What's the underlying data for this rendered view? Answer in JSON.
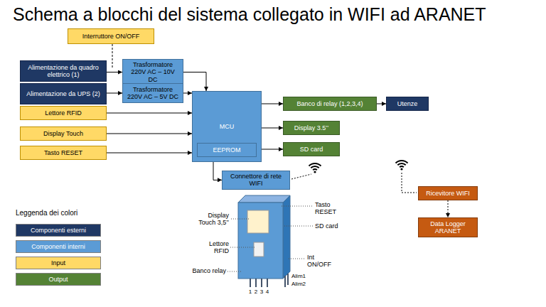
{
  "diagram": {
    "title": "Schema a blocchi del sistema collegato in WIFI ad ARANET",
    "nodes": [
      {
        "text": [
          "Interruttore ON/OFF"
        ]
      },
      {
        "text": [
          "Alimentazione da quadro elettrico (1)"
        ]
      },
      {
        "text": [
          "Trasformatore 220V AC – 10V DC"
        ]
      },
      {
        "text": [
          "Alimentazione da UPS (2)"
        ]
      },
      {
        "text": [
          "Trasformatore 220V AC – 5V DC"
        ]
      },
      {
        "text": [
          "Lettore RFID"
        ]
      },
      {
        "text": [
          "MCU"
        ]
      },
      {
        "text": [
          "EEPROM"
        ],
        "in": 6
      },
      {
        "text": [
          "Display Touch"
        ]
      },
      {
        "text": [
          "Tasto RESET"
        ]
      },
      {
        "text": [
          "Banco di relay (1,2,3,4)"
        ]
      },
      {
        "text": [
          "Utenze"
        ]
      },
      {
        "text": [
          "Display 3.5’’"
        ]
      },
      {
        "text": [
          "SD card"
        ]
      },
      {
        "text": [
          "Connettore di rete WIFI"
        ]
      },
      {
        "text": [
          "Ricevitore WIFI"
        ]
      },
      {
        "text": [
          "Data Logger ARANET"
        ]
      }
    ],
    "edges": [
      {
        "from": 1,
        "to": 2,
        "arrow": "to"
      },
      {
        "from": 3,
        "to": 4,
        "arrow": "to"
      },
      {
        "from": 2,
        "to": 6,
        "arrow": "to"
      },
      {
        "from": 4,
        "to": 6,
        "arrow": "to"
      },
      {
        "from": 5,
        "to": 6,
        "arrow": "to"
      },
      {
        "from": 8,
        "to": 6,
        "arrow": "to"
      },
      {
        "from": 9,
        "to": 6,
        "arrow": "to"
      },
      {
        "from": 6,
        "to": 10,
        "arrow": "to"
      },
      {
        "from": 10,
        "to": 11,
        "arrow": "to"
      },
      {
        "from": 6,
        "to": 12,
        "arrow": "to"
      },
      {
        "from": 6,
        "to": 13,
        "arrow": "to"
      },
      {
        "from": 6,
        "to": 14,
        "arrow": "to"
      },
      {
        "from": 15,
        "to": 16,
        "arrow": "to"
      }
    ],
    "labels": [
      "Leggenda dei colori",
      "Display Touch 3,5’’",
      "Tasto RESET",
      "SD card",
      "Lettore RFID",
      "Int ON/OFF",
      "Banco relay",
      "1",
      "2",
      "3",
      "4",
      "Alim1",
      "Alim2"
    ],
    "legend": [
      {
        "text": "Componenti esterni",
        "color": "#1f3864"
      },
      {
        "text": "Componenti interni",
        "color": "#5b9bd5"
      },
      {
        "text": "Input",
        "color": "#ffd966"
      },
      {
        "text": "Output",
        "color": "#548235"
      }
    ]
  }
}
